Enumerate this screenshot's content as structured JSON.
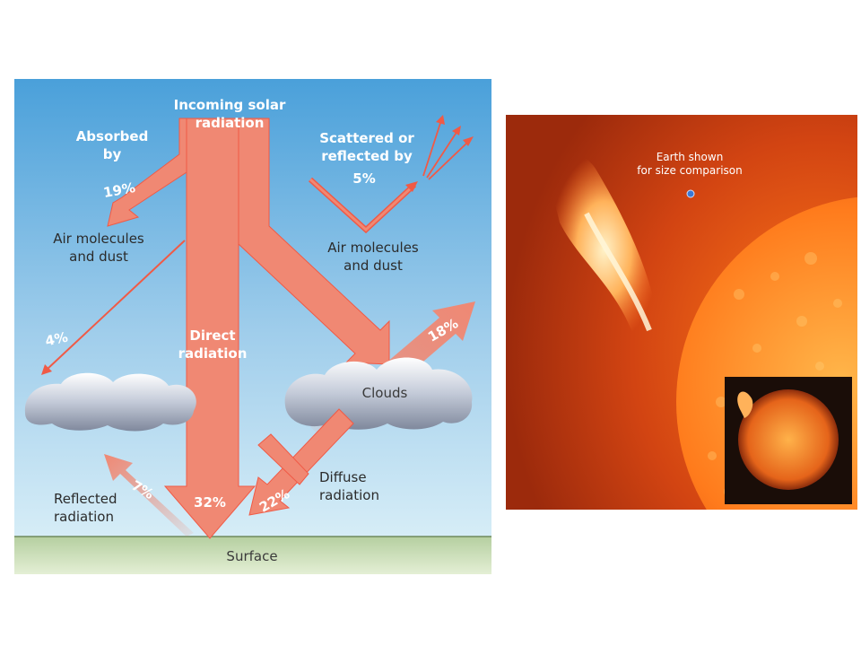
{
  "diagram": {
    "incoming": "Incoming solar radiation",
    "absorbed_by": "Absorbed\nby",
    "absorbed_pct": "19%",
    "scattered_by": "Scattered or\nreflected by",
    "scattered_pct": "5%",
    "air_left": "Air molecules\nand dust",
    "air_right": "Air molecules\nand dust",
    "pct_4": "4%",
    "direct": "Direct\nradiation",
    "pct_18": "18%",
    "clouds": "Clouds",
    "diffuse": "Diffuse\nradiation",
    "reflected": "Reflected\nradiation",
    "pct_7": "7%",
    "pct_32": "32%",
    "pct_22": "22%",
    "surface": "Surface"
  },
  "photo": {
    "earth_caption": "Earth shown\nfor size comparison"
  },
  "colors": {
    "arrow": "#f08873",
    "arrow_edge": "#f05a46",
    "sky_top": "#5aa8dc",
    "sky_bottom": "#cfe8f5",
    "surface": "#c9dfb4"
  }
}
